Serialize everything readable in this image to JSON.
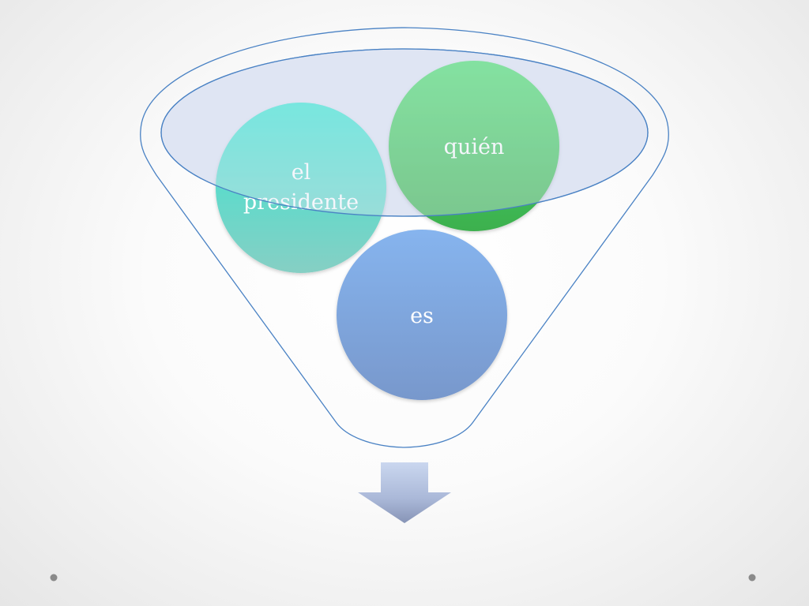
{
  "diagram": {
    "type": "funnel",
    "items": [
      {
        "line1": "el",
        "line2": "presidente",
        "color": "#3ad6c8"
      },
      {
        "line1": "quién",
        "color": "#48d46c"
      },
      {
        "line1": "es",
        "color": "#7ca8e4"
      }
    ],
    "colors": {
      "funnel_outline": "#4a82c4",
      "funnel_top_fill": "#dde4f3",
      "arrow_top": "#c9d6ee",
      "arrow_bottom": "#8a98bb",
      "dot": "#8a8a8a"
    }
  }
}
